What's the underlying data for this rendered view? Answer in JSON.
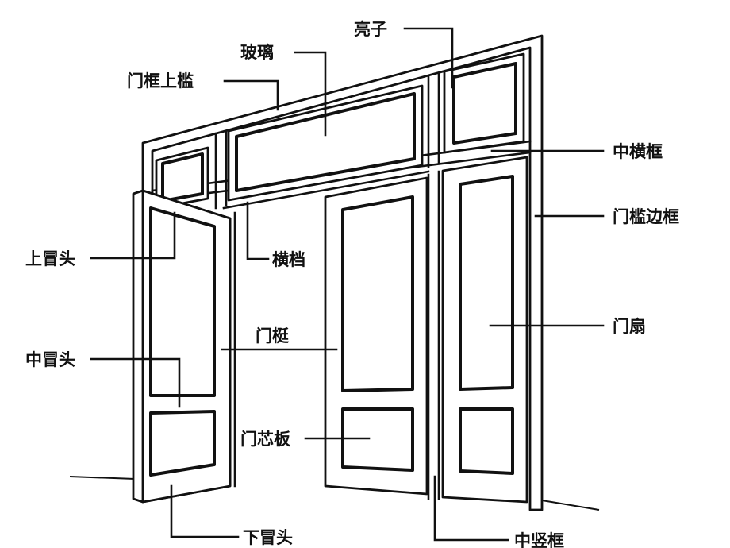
{
  "labels": {
    "liangzi": "亮子",
    "boli": "玻璃",
    "menkuang_shangkan": "门框上槛",
    "zhong_hengkuang": "中横框",
    "menkan_biankuang": "门槛边框",
    "shang_maotou": "上冒头",
    "hengdang": "横档",
    "menting": "门梃",
    "menshan": "门扇",
    "zhong_maotou": "中冒头",
    "menxinban": "门芯板",
    "xia_maotou": "下冒头",
    "zhong_shukuang": "中竖框"
  }
}
